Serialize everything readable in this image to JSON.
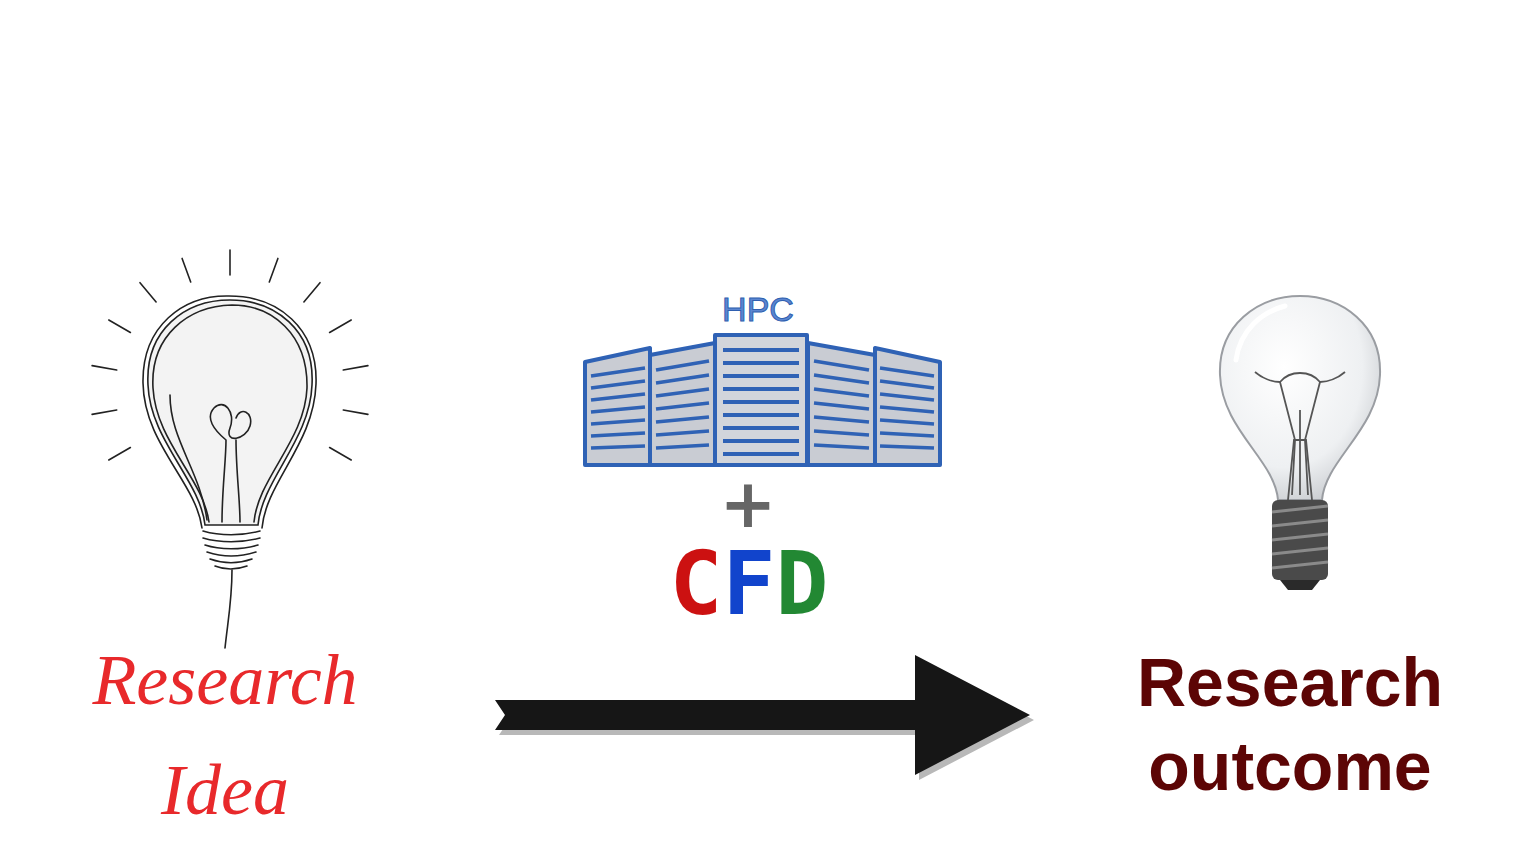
{
  "diagram": {
    "nodes": [
      {
        "text": [
          "Research Idea"
        ]
      },
      {
        "text": [
          "Research outcome"
        ]
      }
    ],
    "edges": [
      {
        "from": 0,
        "to": 1,
        "arrow": "to"
      }
    ],
    "labels": [
      "HPC",
      "+",
      "CFD"
    ]
  }
}
